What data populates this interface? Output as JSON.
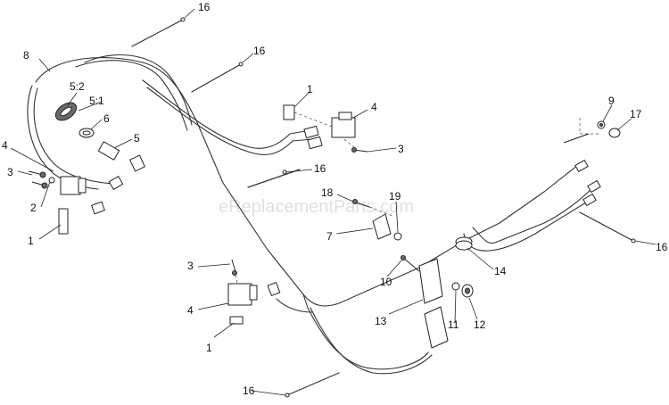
{
  "watermark": "eReplacementParts.com",
  "callouts": {
    "c16_top": "16",
    "c16_mid": "16",
    "c16_center": "16",
    "c16_right": "16",
    "c16_bottom": "16",
    "c8": "8",
    "c5_2": "5:2",
    "c5_1": "5:1",
    "c6": "6",
    "c5": "5",
    "c4_left": "4",
    "c3_left": "3",
    "c2": "2",
    "c1_left": "1",
    "c1_top": "1",
    "c4_top": "4",
    "c3_top": "3",
    "c18": "18",
    "c19": "19",
    "c7": "7",
    "c9": "9",
    "c17": "17",
    "c14": "14",
    "c3_bottom": "3",
    "c4_bottom": "4",
    "c1_bottom": "1",
    "c10": "10",
    "c13": "13",
    "c11": "11",
    "c12": "12"
  }
}
